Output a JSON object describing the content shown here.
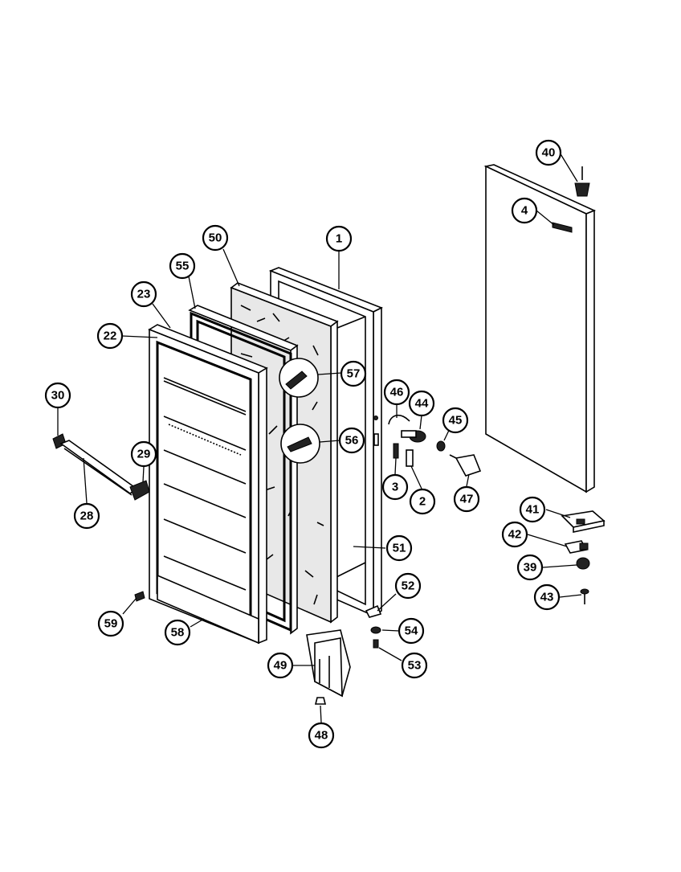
{
  "diagram": {
    "callouts": [
      {
        "id": "c40",
        "label": "40"
      },
      {
        "id": "c4",
        "label": "4"
      },
      {
        "id": "c50",
        "label": "50"
      },
      {
        "id": "c1",
        "label": "1"
      },
      {
        "id": "c55",
        "label": "55"
      },
      {
        "id": "c23",
        "label": "23"
      },
      {
        "id": "c22",
        "label": "22"
      },
      {
        "id": "c57",
        "label": "57"
      },
      {
        "id": "c46",
        "label": "46"
      },
      {
        "id": "c44",
        "label": "44"
      },
      {
        "id": "c45",
        "label": "45"
      },
      {
        "id": "c56",
        "label": "56"
      },
      {
        "id": "c30",
        "label": "30"
      },
      {
        "id": "c29",
        "label": "29"
      },
      {
        "id": "c3",
        "label": "3"
      },
      {
        "id": "c2",
        "label": "2"
      },
      {
        "id": "c47",
        "label": "47"
      },
      {
        "id": "c28",
        "label": "28"
      },
      {
        "id": "c41",
        "label": "41"
      },
      {
        "id": "c42",
        "label": "42"
      },
      {
        "id": "c51",
        "label": "51"
      },
      {
        "id": "c39",
        "label": "39"
      },
      {
        "id": "c52",
        "label": "52"
      },
      {
        "id": "c43",
        "label": "43"
      },
      {
        "id": "c59",
        "label": "59"
      },
      {
        "id": "c54",
        "label": "54"
      },
      {
        "id": "c58",
        "label": "58"
      },
      {
        "id": "c53",
        "label": "53"
      },
      {
        "id": "c49",
        "label": "49"
      },
      {
        "id": "c48",
        "label": "48"
      }
    ]
  }
}
